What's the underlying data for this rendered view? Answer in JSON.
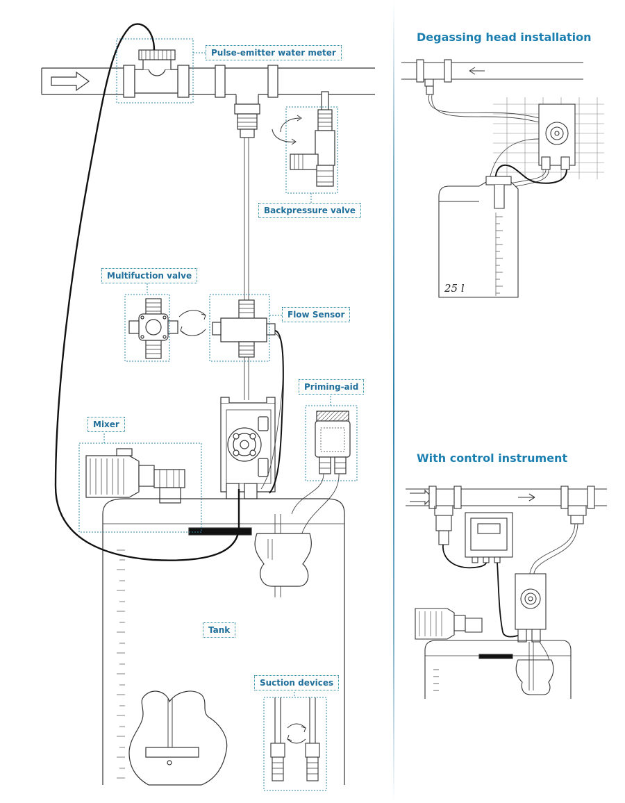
{
  "labels": {
    "pulse_meter": "Pulse-emitter water meter",
    "backpressure": "Backpressure valve",
    "multifunction": "Multifuction valve",
    "flow_sensor": "Flow Sensor",
    "priming_aid": "Priming-aid",
    "mixer": "Mixer",
    "tank": "Tank",
    "suction": "Suction devices"
  },
  "sections": {
    "degassing": "Degassing head installation",
    "control": "With control instrument"
  },
  "canister_capacity": "25 l",
  "colors": {
    "accent": "#1a7fb0",
    "label_border": "#2a86a6",
    "line": "#333333",
    "cable": "#111111"
  }
}
